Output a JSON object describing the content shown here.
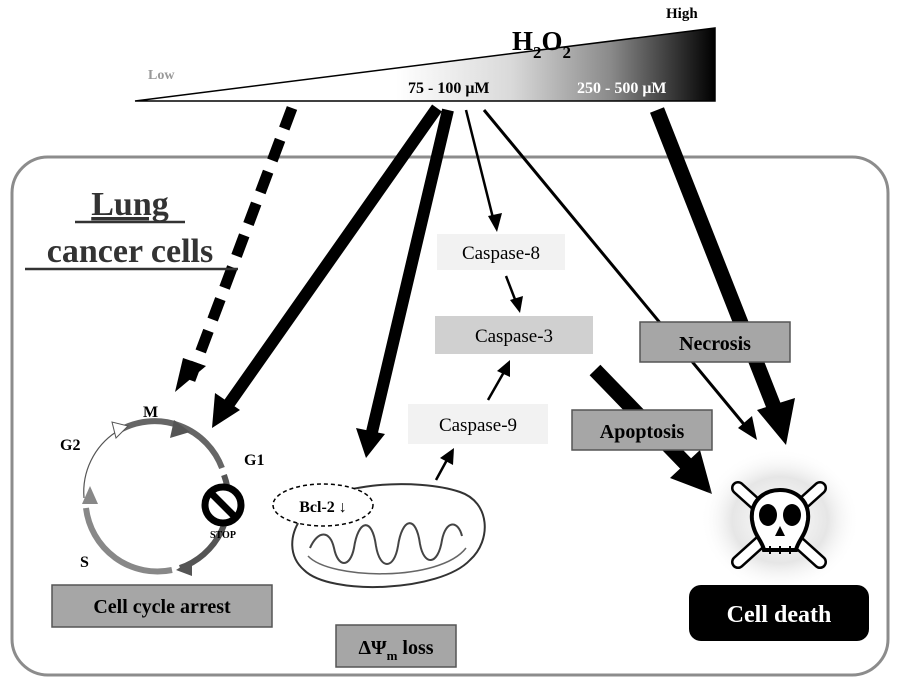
{
  "gradient": {
    "low_label": "Low",
    "high_label": "High",
    "compound_main": "H",
    "compound_sub1": "2",
    "compound_mid": "O",
    "compound_sub2": "2",
    "range_mid": "75 - 100 μM",
    "range_high": "250 - 500 μM"
  },
  "cell": {
    "title_line1": "Lung",
    "title_line2": "cancer cells"
  },
  "cycle": {
    "phase_m": "M",
    "phase_g1": "G1",
    "phase_g2": "G2",
    "phase_s": "S",
    "stop_label": "STOP",
    "box_label": "Cell cycle arrest"
  },
  "mito": {
    "bcl2_label": "Bcl-2 ↓",
    "box_label_prefix": "ΔΨ",
    "box_label_sub": "m",
    "box_label_suffix": " loss"
  },
  "caspases": {
    "casp8": "Caspase-8",
    "casp3": "Caspase-3",
    "casp9": "Caspase-9"
  },
  "outcomes": {
    "necrosis": "Necrosis",
    "apoptosis": "Apoptosis",
    "cell_death": "Cell death"
  },
  "colors": {
    "box_grey": "#a6a6a6",
    "box_light": "#f2f2f2",
    "box_mid": "#d0d0d0",
    "dark": "#000000",
    "cell_border": "#8c8c8c"
  }
}
